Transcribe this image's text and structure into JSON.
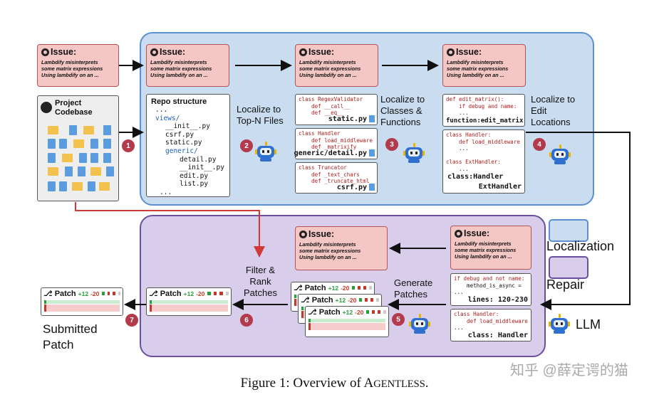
{
  "issue": {
    "title": "Issue:",
    "lines": [
      "Lambdify misinterprets",
      "some matrix expressions",
      "Using lambdify on an ..."
    ]
  },
  "codebase": {
    "title_line1": "Project",
    "title_line2": "Codebase"
  },
  "repo": {
    "title": "Repo structure",
    "lines": [
      "...",
      "views/",
      "__init__.py",
      "csrf.py",
      "static.py",
      "generic/",
      "detail.py",
      "__init__.py",
      "edit.py",
      "list.py",
      "..."
    ]
  },
  "steps": {
    "s2": "Localize to\nTop-N Files",
    "s3": "Localize to\nClasses &\nFunctions",
    "s4": "Localize to\nEdit\nLocations",
    "s5": "Generate\nPatches",
    "s6": "Filter &\nRank\nPatches",
    "final": "Submitted\nPatch"
  },
  "badges": [
    "1",
    "2",
    "3",
    "4",
    "5",
    "6",
    "7"
  ],
  "files": {
    "f1": {
      "code": [
        "class RegexValidator",
        "    def __call__",
        "    def __eq__"
      ],
      "footer": "static.py"
    },
    "f2": {
      "code": [
        "class Handler",
        "    def load_middleware",
        "    def _matrixify"
      ],
      "footer": "generic/detail.py"
    },
    "f3": {
      "code": [
        "class Truncator",
        "    def _text_chars",
        "    def _truncate_html"
      ],
      "footer": "csrf.py"
    }
  },
  "funcs": {
    "g1": {
      "code": [
        "def edit_matrix():",
        "    if debug and name:",
        "    ..."
      ],
      "footer": "function:edit_matrix"
    },
    "g2": {
      "code": [
        "class Handler:",
        "    def load_middleware",
        "    ...",
        "",
        "class ExtHandler:",
        "    ..."
      ],
      "footer1": "class:Handler",
      "footer2": "ExtHandler"
    }
  },
  "edits": {
    "e1": {
      "code": [
        "if debug and not name:",
        "    method_is_async =",
        "..."
      ],
      "footer": "lines: 120-230"
    },
    "e2": {
      "code": [
        "class Handler:",
        "    def load_middleware",
        "..."
      ],
      "footer": "class: Handler"
    }
  },
  "patch": {
    "title": "Patch",
    "add": "+12",
    "del": "-20"
  },
  "legend": {
    "localization": "Localization",
    "repair": "Repair",
    "llm": "LLM"
  },
  "caption": {
    "prefix": "Figure 1: Overview of ",
    "name_initial": "A",
    "name_rest": "GENTLESS",
    "suffix": "."
  },
  "watermark": "知乎 @薛定谔的猫",
  "colors": {
    "localization_bg": "#c9dcf0",
    "repair_bg": "#d8cdea",
    "issue_bg": "#f4c6c4",
    "badge": "#b23a4a"
  }
}
